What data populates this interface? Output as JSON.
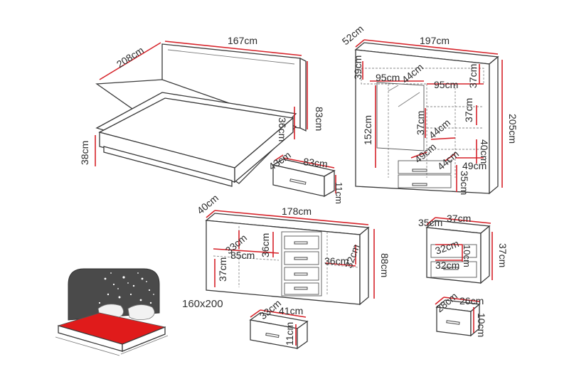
{
  "bed": {
    "depth": "208cm",
    "width": "167cm",
    "headboard_height": "83cm",
    "base_height": "36cm",
    "leg_height": "38cm",
    "drawer_depth": "43cm",
    "drawer_width": "83cm",
    "drawer_height": "11cm"
  },
  "wardrobe": {
    "depth": "52cm",
    "width": "197cm",
    "height": "205cm",
    "top_shelf": "39cm",
    "left_inner_width": "95cm",
    "middle_width": "44cm",
    "right_inner_width": "95cm",
    "right_top": "37cm",
    "hanging_height": "152cm",
    "mid_shelf": "37cm",
    "right_shelf": "37cm",
    "inner_drawer_width": "44cm",
    "right_compartment": "40cm",
    "drawer_depth_left": "49cm",
    "drawer_width_mid": "44cm",
    "drawer_depth_right": "49cm",
    "drawer_height": "35cm"
  },
  "sideboard": {
    "depth": "40cm",
    "width": "178cm",
    "height": "88cm",
    "shelf_height_left": "33cm",
    "shelf_width_left": "85cm",
    "shelf_height_mid": "36cm",
    "lower_height_left": "37cm",
    "right_width": "36cm",
    "right_height": "32cm",
    "drawer_depth": "33cm",
    "drawer_width": "41cm",
    "drawer_height": "11cm"
  },
  "nightstand": {
    "depth": "35cm",
    "width": "37cm",
    "height": "37cm",
    "shelf_depth": "32cm",
    "shelf_height": "10cm",
    "drawer_inner": "32cm",
    "drawer_depth": "28cm",
    "drawer_width": "26cm",
    "drawer_height": "10cm"
  },
  "mattress_size": "160x200",
  "colors": {
    "dimension_line": "#d6232a",
    "outline": "#3a3a3a",
    "led_panel": "#4a4a4a",
    "mattress": "#e01b1b"
  }
}
